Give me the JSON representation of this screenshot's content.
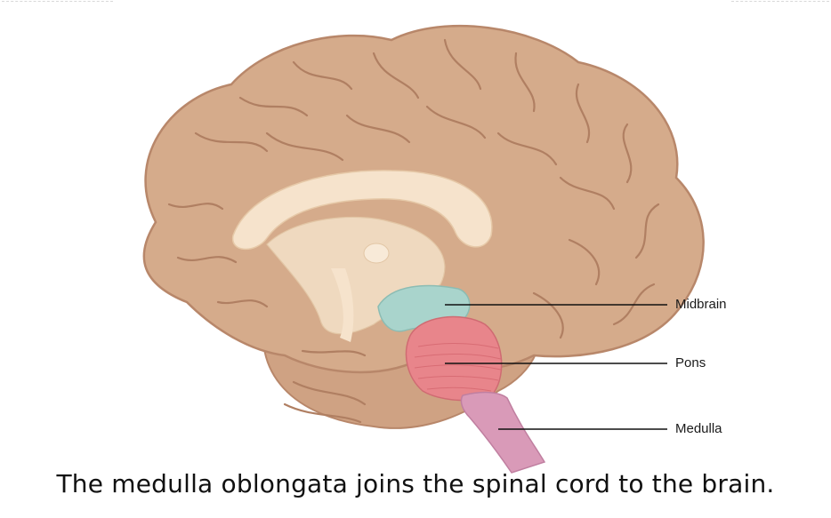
{
  "labels": {
    "midbrain": "Midbrain",
    "pons": "Pons",
    "medulla": "Medulla"
  },
  "caption": "The medulla oblongata joins the spinal cord to the brain.",
  "colors": {
    "cortex": "#d5ab8b",
    "cortex_dark": "#b8876a",
    "white_matter": "#f4dfc6",
    "midbrain": "#a9d4cc",
    "pons": "#e8858b",
    "medulla": "#d99ab8",
    "leader_line": "#111111"
  }
}
